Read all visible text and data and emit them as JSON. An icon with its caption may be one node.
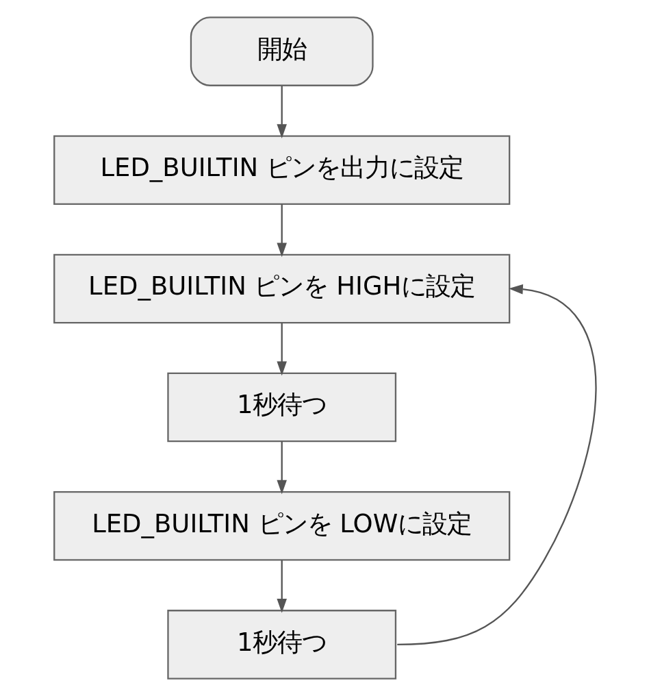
{
  "diagram": {
    "nodes": [
      {
        "text": [
          "開始"
        ]
      },
      {
        "text": [
          "LED_BUILTIN ピンを出力に設定"
        ]
      },
      {
        "text": [
          "LED_BUILTIN ピンを HIGHに設定"
        ]
      },
      {
        "text": [
          "1秒待つ"
        ]
      },
      {
        "text": [
          "LED_BUILTIN ピンを LOWに設定"
        ]
      },
      {
        "text": [
          "1秒待つ"
        ]
      }
    ],
    "edges": [
      {
        "from": 0,
        "to": 1,
        "arrow": "to"
      },
      {
        "from": 1,
        "to": 2,
        "arrow": "to"
      },
      {
        "from": 2,
        "to": 3,
        "arrow": "to"
      },
      {
        "from": 3,
        "to": 4,
        "arrow": "to"
      },
      {
        "from": 4,
        "to": 5,
        "arrow": "to"
      },
      {
        "from": 5,
        "to": 2,
        "arrow": "to"
      }
    ]
  }
}
